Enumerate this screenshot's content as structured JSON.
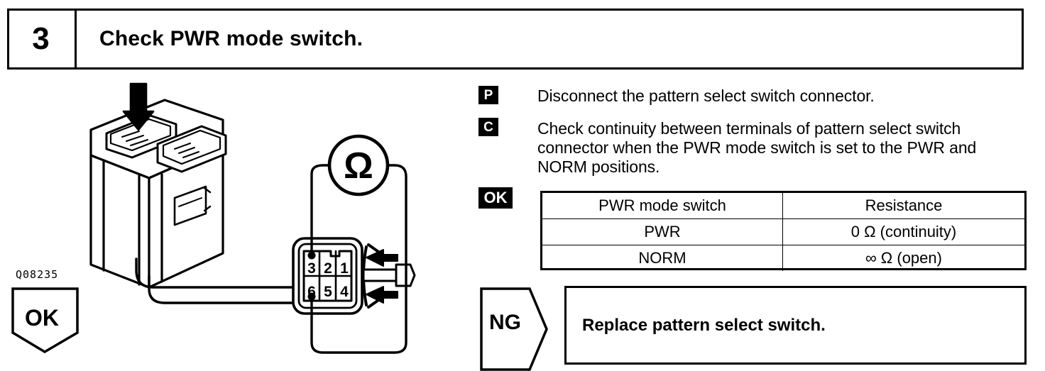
{
  "step": {
    "number": "3",
    "title": "Check PWR mode switch."
  },
  "instructions": [
    {
      "badge": "P",
      "text": "Disconnect the pattern select switch connector."
    },
    {
      "badge": "C",
      "text": "Check continuity between terminals of pattern select switch connector when the PWR mode switch is set to the PWR and NORM positions."
    }
  ],
  "ok_section": {
    "badge": "OK",
    "table": {
      "headers": [
        "PWR mode switch",
        "Resistance"
      ],
      "rows": [
        [
          "PWR",
          "0 Ω (continuity)"
        ],
        [
          "NORM",
          "∞ Ω (open)"
        ]
      ]
    }
  },
  "ng_section": {
    "badge": "NG",
    "action": "Replace pattern select switch."
  },
  "ok_result": {
    "badge": "OK"
  },
  "figure": {
    "code": "Q08235",
    "meter_symbol": "Ω",
    "connector_pins_top": [
      "3",
      "2",
      "1"
    ],
    "connector_pins_bottom": [
      "6",
      "5",
      "4"
    ]
  },
  "colors": {
    "ink": "#000000",
    "paper": "#ffffff"
  }
}
